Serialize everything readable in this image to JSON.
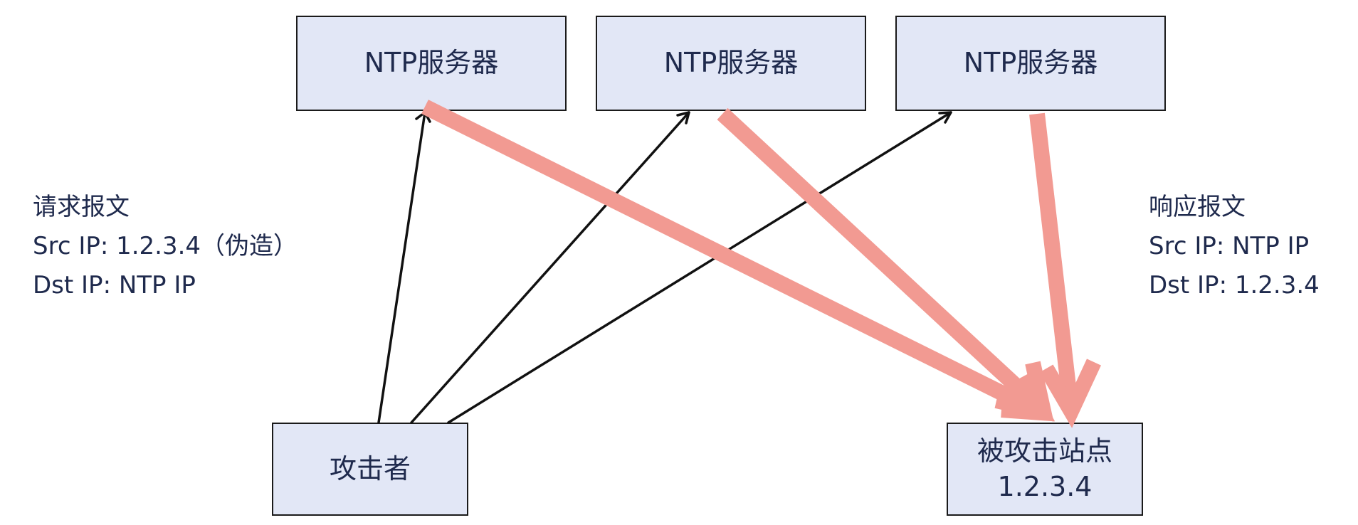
{
  "colors": {
    "box_fill": "#e2e7f6",
    "box_border": "#1a1a1a",
    "text": "#1f2a4d",
    "request_arrow": "#111111",
    "response_arrow": "#f29a92"
  },
  "servers": [
    {
      "label": "NTP服务器"
    },
    {
      "label": "NTP服务器"
    },
    {
      "label": "NTP服务器"
    }
  ],
  "attacker": {
    "label": "攻击者"
  },
  "victim": {
    "label": "被攻击站点",
    "ip": "1.2.3.4"
  },
  "request_note": {
    "title": "请求报文",
    "src": "Src IP: 1.2.3.4（伪造）",
    "dst": "Dst IP:  NTP IP"
  },
  "response_note": {
    "title": "响应报文",
    "src": "Src IP: NTP IP",
    "dst": "Dst IP: 1.2.3.4"
  }
}
